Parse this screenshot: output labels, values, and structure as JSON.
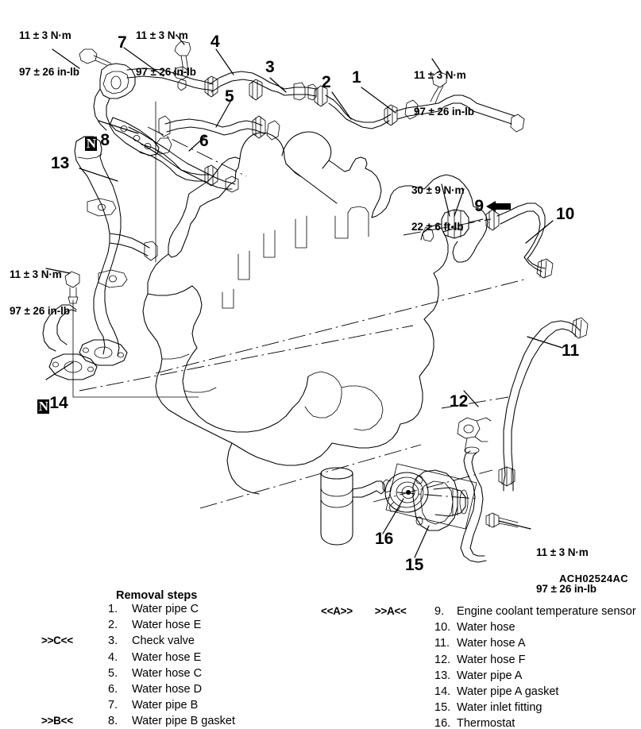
{
  "drawing": {
    "id": "ACH02524AC"
  },
  "torque_specs": [
    {
      "id": "t1",
      "nm": "11 ± 3 N·m",
      "inlb": "97 ± 26 in-lb"
    },
    {
      "id": "t2",
      "nm": "11 ± 3 N·m",
      "inlb": "97 ± 26 in-lb"
    },
    {
      "id": "t3",
      "nm": "11 ± 3 N·m",
      "inlb": "97 ± 26 in-lb"
    },
    {
      "id": "t4",
      "nm": "30 ± 9 N·m",
      "inlb": "22 ± 6 ft-lb"
    },
    {
      "id": "t5",
      "nm": "11 ± 3 N·m",
      "inlb": "97 ± 26 in-lb"
    },
    {
      "id": "t6",
      "nm": "11 ± 3 N·m",
      "inlb": "97 ± 26 in-lb"
    }
  ],
  "callouts": [
    {
      "id": "c1",
      "label": "1"
    },
    {
      "id": "c2",
      "label": "2"
    },
    {
      "id": "c3",
      "label": "3"
    },
    {
      "id": "c4",
      "label": "4"
    },
    {
      "id": "c5",
      "label": "5"
    },
    {
      "id": "c6",
      "label": "6"
    },
    {
      "id": "c7",
      "label": "7"
    },
    {
      "id": "c8",
      "label": "8",
      "new_part": true
    },
    {
      "id": "c9",
      "label": "9",
      "arrow": "left"
    },
    {
      "id": "c10",
      "label": "10"
    },
    {
      "id": "c11",
      "label": "11"
    },
    {
      "id": "c12",
      "label": "12"
    },
    {
      "id": "c13",
      "label": "13"
    },
    {
      "id": "c14",
      "label": "14",
      "new_part": true
    },
    {
      "id": "c15",
      "label": "15"
    },
    {
      "id": "c16",
      "label": "16"
    }
  ],
  "new_part_symbol": "N",
  "legend": {
    "title": "Removal steps",
    "left_items": [
      {
        "mark": "",
        "num": "1.",
        "text": "Water pipe C"
      },
      {
        "mark": "",
        "num": "2.",
        "text": "Water hose E"
      },
      {
        "mark": ">>C<<",
        "num": "3.",
        "text": "Check valve"
      },
      {
        "mark": "",
        "num": "4.",
        "text": "Water hose E"
      },
      {
        "mark": "",
        "num": "5.",
        "text": "Water hose C"
      },
      {
        "mark": "",
        "num": "6.",
        "text": "Water hose D"
      },
      {
        "mark": "",
        "num": "7.",
        "text": "Water pipe B"
      },
      {
        "mark": ">>B<<",
        "num": "8.",
        "text": "Water pipe B gasket"
      }
    ],
    "right_marks": {
      "install": "<<A>>",
      "remove": ">>A<<"
    },
    "right_items": [
      {
        "num": "9.",
        "text": "Engine coolant temperature sensor"
      },
      {
        "num": "10.",
        "text": "Water hose"
      },
      {
        "num": "11.",
        "text": "Water hose A"
      },
      {
        "num": "12.",
        "text": "Water hose F"
      },
      {
        "num": "13.",
        "text": "Water pipe A"
      },
      {
        "num": "14.",
        "text": "Water pipe A gasket"
      },
      {
        "num": "15.",
        "text": "Water inlet fitting"
      },
      {
        "num": "16.",
        "text": "Thermostat"
      }
    ]
  }
}
